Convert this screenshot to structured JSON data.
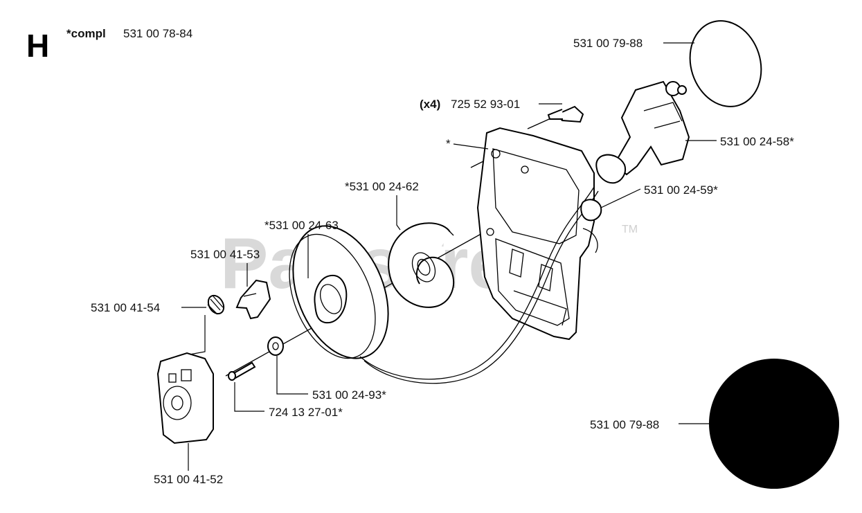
{
  "section_letter": "H",
  "assembly": {
    "prefix": "*compl",
    "number": "531 00 78-84"
  },
  "watermark": {
    "text": "PartsTree",
    "trademark": "TM"
  },
  "callouts": {
    "seal_top": "531 00 79-88",
    "screw_qty": "(x4)",
    "screw": "725 52 93-01",
    "housing_marker": "*",
    "handle": "531 00 24-58*",
    "rope": "531 00 24-59*",
    "spring": "*531 00 24-62",
    "pulley": "*531 00 24-63",
    "pawl": "531 00 41-53",
    "pawl_spring": "531 00 41-54",
    "washer": "531 00 24-93*",
    "pulley_screw": "724 13 27-01*",
    "hub": "531 00 41-52",
    "seal_bottom": "531 00 79-88"
  }
}
